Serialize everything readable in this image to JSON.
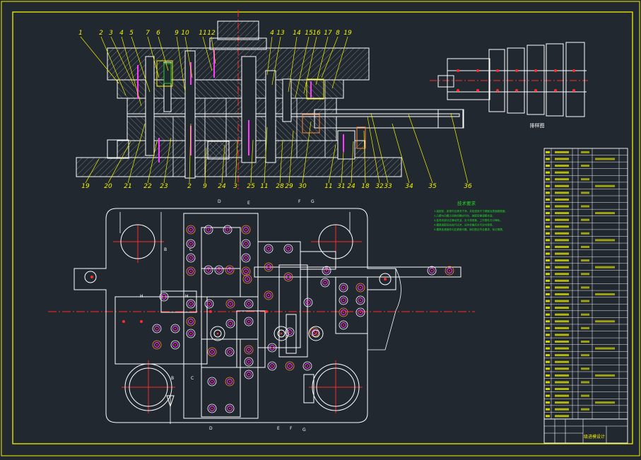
{
  "colors": {
    "background": "#212830",
    "frame": "#f2f200",
    "outline": "#ffffff",
    "centerline": "#ff2a2a",
    "hatch": "#9aa0a6",
    "screw": "#ff3bff",
    "pin": "#ff8a3a",
    "leader": "#f2f200",
    "notes": "#22dd22"
  },
  "section_view": {
    "callouts_top": [
      "1",
      "2",
      "3",
      "4",
      "5",
      "7",
      "6",
      "9",
      "10",
      "11",
      "12",
      "4",
      "13",
      "14",
      "15",
      "16",
      "17",
      "8",
      "19"
    ],
    "callouts_bottom": [
      "19",
      "20",
      "21",
      "22",
      "23",
      "2",
      "9",
      "24",
      "3",
      "25",
      "11",
      "28",
      "29",
      "30",
      "11",
      "31",
      "24",
      "18",
      "32",
      "33",
      "34",
      "35",
      "36"
    ]
  },
  "strip_layout": {
    "caption": "排样图"
  },
  "technical_notes": {
    "title": "技术要求",
    "lines": [
      "1.装配前，各零件应清洗干净，并检查其尺寸精度及表面粗糙度。",
      "2.凸模与凹模之间的间隙应均匀，装配后需调整合适。",
      "3.各导向部分应滑动灵活，无卡滞现象，工作零件刃口锋利。",
      "4.模具装配后应进行试冲，试冲合格后方可交付使用。",
      "5.模具各紧固件均应紧固可靠，销钉配合符合要求，标记清楚。"
    ]
  },
  "plan_view": {
    "section_marks": [
      "D",
      "E",
      "F",
      "G",
      "D",
      "E",
      "F",
      "G",
      "H",
      "H",
      "B",
      "C",
      "B",
      "C"
    ]
  },
  "parts_list": {
    "row_count": 40,
    "title_label": "级进模设计"
  }
}
